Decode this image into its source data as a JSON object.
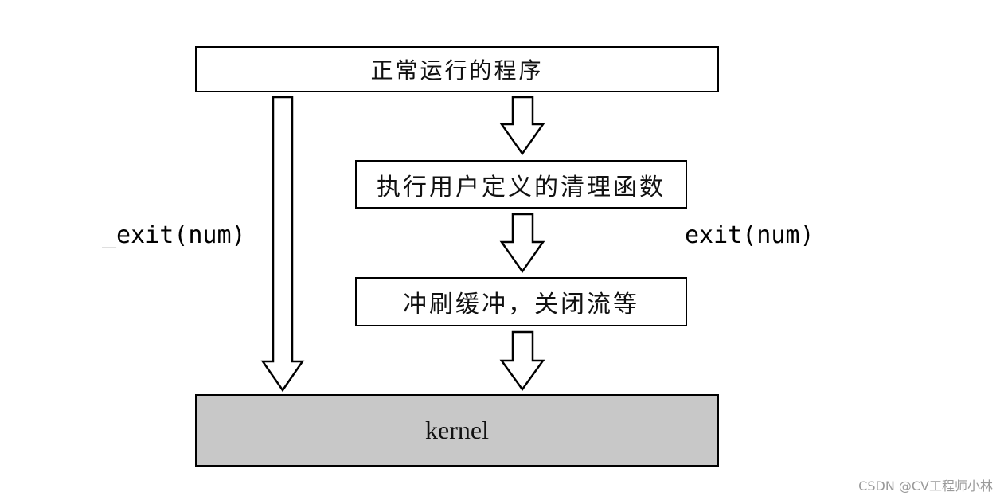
{
  "diagram": {
    "boxes": {
      "program": "正常运行的程序",
      "cleanup": "执行用户定义的清理函数",
      "flush": "冲刷缓冲，关闭流等",
      "kernel": "kernel"
    },
    "labels": {
      "direct": "_exit(num)",
      "normal": "exit(num)"
    },
    "colors": {
      "kernel_fill": "#c8c8c8",
      "stroke": "#000000"
    }
  },
  "watermark": "CSDN @CV工程师小林"
}
